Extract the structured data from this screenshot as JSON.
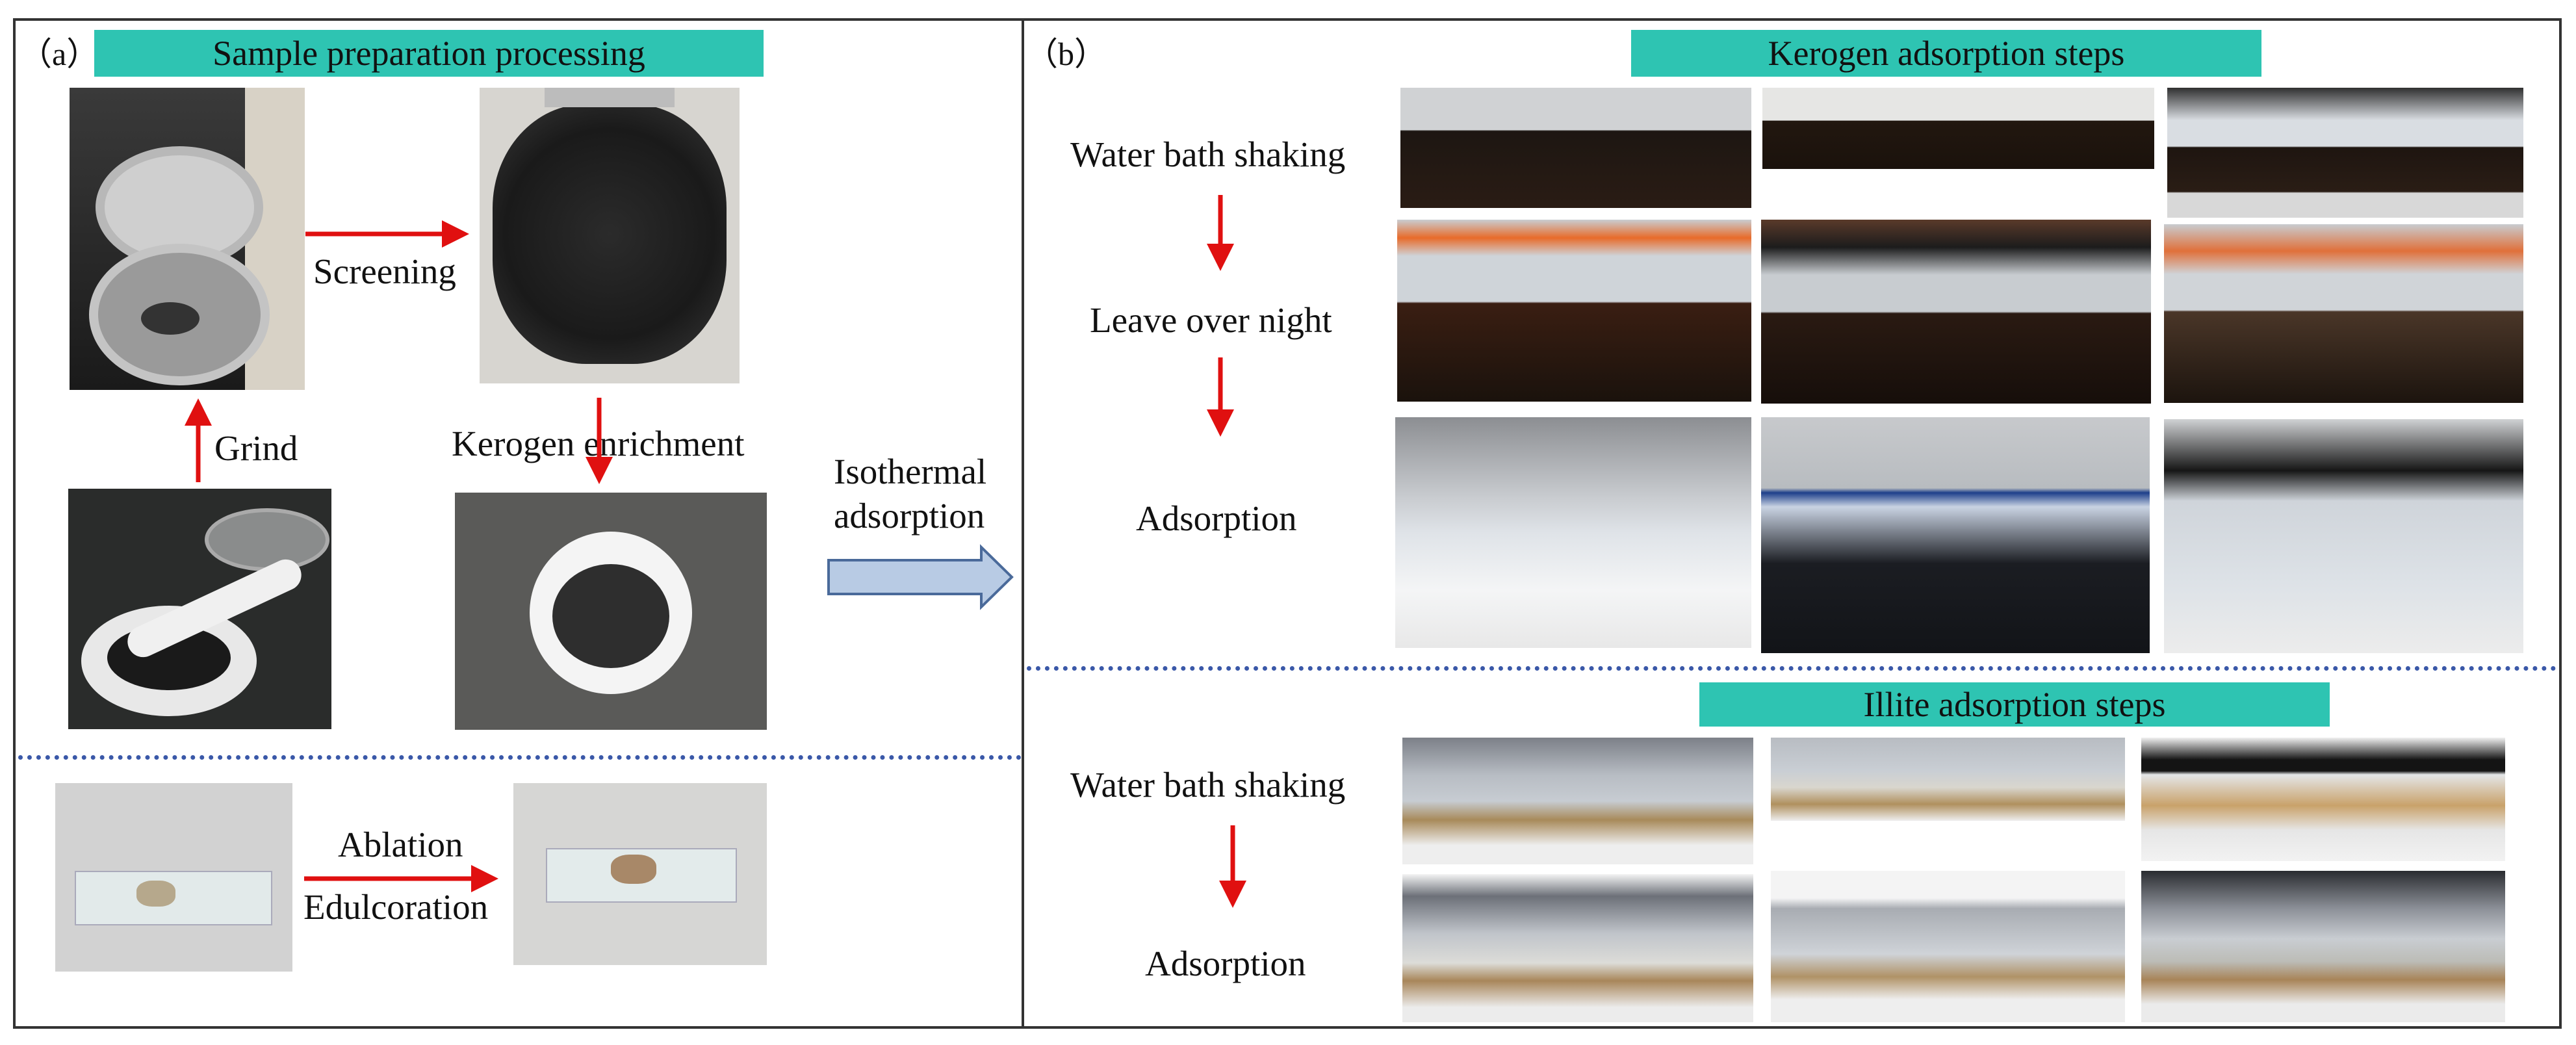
{
  "panel_a": {
    "label": "（a）",
    "title": "Sample preparation processing",
    "steps": {
      "screening": "Screening",
      "grind": "Grind",
      "kerogen_enrichment": "Kerogen enrichment",
      "ablation": "Ablation",
      "edulcoration": "Edulcoration"
    }
  },
  "connector": {
    "line1": "Isothermal",
    "line2": "adsorption"
  },
  "panel_b": {
    "label": "（b）",
    "kerogen_title": "Kerogen adsorption steps",
    "kerogen_steps": [
      "Water bath shaking",
      "Leave over night",
      "Adsorption"
    ],
    "illite_title": "Illite adsorption steps",
    "illite_steps": [
      "Water bath shaking",
      "Adsorption"
    ]
  },
  "colors": {
    "banner": "#2ec4b2",
    "arrow": "#e01010",
    "divider": "#3a58a8",
    "connector_fill": "#b8cbe4",
    "connector_stroke": "#4a6a9a"
  }
}
